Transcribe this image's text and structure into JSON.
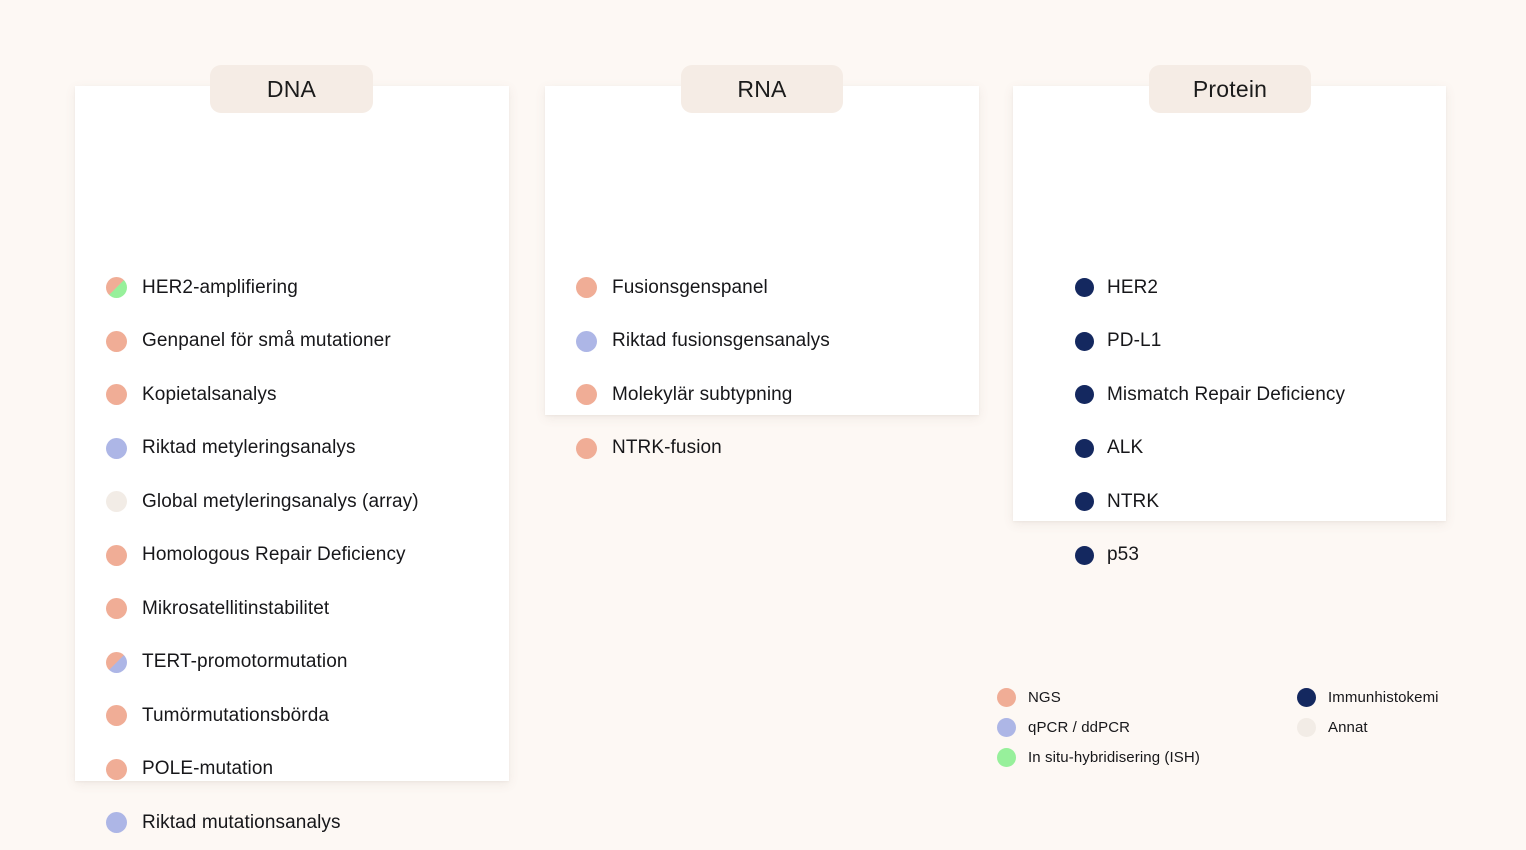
{
  "palette": {
    "background": "#fdf8f4",
    "card": "#ffffff",
    "tab": "#f5ece5",
    "text": "#17171a",
    "ngs": "#f0ad96",
    "qpcr": "#adb6e6",
    "ish": "#97f09b",
    "ihc": "#14285f",
    "annat": "#f2ece6"
  },
  "panels": [
    {
      "id": "dna",
      "tab_label": "DNA",
      "items": [
        {
          "label": "HER2-amplifiering",
          "dot": "split",
          "dot_a": "ngs",
          "dot_b": "ish"
        },
        {
          "label": "Genpanel för små mutationer",
          "dot": "solid",
          "dot_a": "ngs"
        },
        {
          "label": "Kopietalsanalys",
          "dot": "solid",
          "dot_a": "ngs"
        },
        {
          "label": "Riktad metyleringsanalys",
          "dot": "solid",
          "dot_a": "qpcr"
        },
        {
          "label": "Global metyleringsanalys (array)",
          "dot": "solid",
          "dot_a": "annat"
        },
        {
          "label": "Homologous Repair Deficiency",
          "dot": "solid",
          "dot_a": "ngs"
        },
        {
          "label": "Mikrosatellitinstabilitet",
          "dot": "solid",
          "dot_a": "ngs"
        },
        {
          "label": "TERT-promotormutation",
          "dot": "split",
          "dot_a": "ngs",
          "dot_b": "qpcr"
        },
        {
          "label": "Tumörmutationsbörda",
          "dot": "solid",
          "dot_a": "ngs"
        },
        {
          "label": "POLE-mutation",
          "dot": "solid",
          "dot_a": "ngs"
        },
        {
          "label": "Riktad mutationsanalys",
          "dot": "solid",
          "dot_a": "qpcr"
        }
      ]
    },
    {
      "id": "rna",
      "tab_label": "RNA",
      "items": [
        {
          "label": "Fusionsgenspanel",
          "dot": "solid",
          "dot_a": "ngs"
        },
        {
          "label": "Riktad fusionsgensanalys",
          "dot": "solid",
          "dot_a": "qpcr"
        },
        {
          "label": "Molekylär subtypning",
          "dot": "solid",
          "dot_a": "ngs"
        },
        {
          "label": "NTRK-fusion",
          "dot": "solid",
          "dot_a": "ngs"
        }
      ]
    },
    {
      "id": "protein",
      "tab_label": "Protein",
      "items": [
        {
          "label": "HER2",
          "dot": "solid",
          "dot_a": "ihc"
        },
        {
          "label": "PD-L1",
          "dot": "solid",
          "dot_a": "ihc"
        },
        {
          "label": "Mismatch Repair Deficiency",
          "dot": "solid",
          "dot_a": "ihc"
        },
        {
          "label": "ALK",
          "dot": "solid",
          "dot_a": "ihc"
        },
        {
          "label": "NTRK",
          "dot": "solid",
          "dot_a": "ihc"
        },
        {
          "label": "p53",
          "dot": "solid",
          "dot_a": "ihc"
        }
      ]
    }
  ],
  "legend": {
    "left": [
      {
        "label": "NGS",
        "dot_a": "ngs"
      },
      {
        "label": "qPCR / ddPCR",
        "dot_a": "qpcr"
      },
      {
        "label": "In situ-hybridisering (ISH)",
        "dot_a": "ish"
      }
    ],
    "right": [
      {
        "label": "Immunhistokemi",
        "dot_a": "ihc"
      },
      {
        "label": "Annat",
        "dot_a": "annat"
      }
    ]
  }
}
